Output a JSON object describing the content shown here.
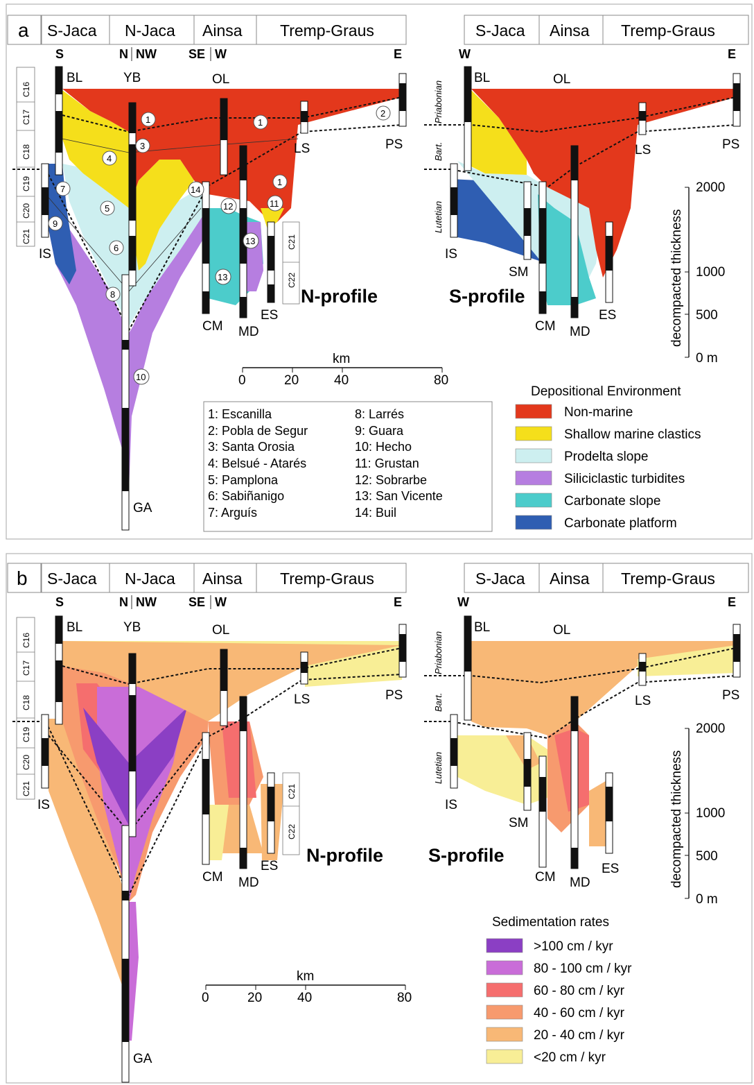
{
  "panels": [
    {
      "letter": "a",
      "regions_left": [
        "S-Jaca",
        "N-Jaca",
        "Ainsa",
        "Tremp-Graus"
      ],
      "regions_right": [
        "S-Jaca",
        "Ainsa",
        "Tremp-Graus"
      ],
      "dirs_left": [
        "S",
        "N",
        "NW",
        "SE",
        "W",
        "E"
      ],
      "dirs_right": [
        "W",
        "E"
      ],
      "sections_left": [
        "BL",
        "YB",
        "OL",
        "LS",
        "PS",
        "IS",
        "CM",
        "MD",
        "ES",
        "GA"
      ],
      "sections_right": [
        "BL",
        "OL",
        "LS",
        "PS",
        "IS",
        "SM",
        "CM",
        "MD",
        "ES"
      ],
      "chrons": [
        "C16",
        "C17",
        "C18",
        "C19",
        "C20",
        "C21",
        "C22"
      ],
      "stages": [
        "Priabonian",
        "Bart.",
        "Lutetian"
      ],
      "profile_left": "N-profile",
      "profile_right": "S-profile",
      "formation_markers": [
        "1",
        "1",
        "1",
        "2",
        "3",
        "4",
        "5",
        "6",
        "7",
        "8",
        "9",
        "10",
        "11",
        "12",
        "13",
        "13",
        "14"
      ],
      "legend": {
        "title": "Depositional Environment",
        "items": [
          {
            "label": "Non-marine",
            "color": "#e3381c"
          },
          {
            "label": "Shallow marine clastics",
            "color": "#f5df1b"
          },
          {
            "label": "Prodelta slope",
            "color": "#cdeff0"
          },
          {
            "label": "Siliciclastic turbidites",
            "color": "#b67ee0"
          },
          {
            "label": "Carbonate slope",
            "color": "#4ccccb"
          },
          {
            "label": "Carbonate platform",
            "color": "#2f5eb2"
          }
        ]
      },
      "formations_col1": [
        "1: Escanilla",
        "2: Pobla de Segur",
        "3: Santa Orosia",
        "4: Belsué - Atarés",
        "5: Pamplona",
        "6: Sabiñanigo",
        "7: Arguís"
      ],
      "formations_col2": [
        "8: Larrés",
        "9: Guara",
        "10: Hecho",
        "11: Grustan",
        "12: Sobrarbe",
        "13: San Vicente",
        "14: Buil"
      ],
      "km_scale": {
        "title": "km",
        "ticks": [
          "0",
          "20",
          "40",
          "80"
        ]
      },
      "thickness_scale": {
        "title": "decompacted thickness",
        "ticks": [
          "2000",
          "1000",
          "500",
          "0 m"
        ]
      }
    },
    {
      "letter": "b",
      "regions_left": [
        "S-Jaca",
        "N-Jaca",
        "Ainsa",
        "Tremp-Graus"
      ],
      "regions_right": [
        "S-Jaca",
        "Ainsa",
        "Tremp-Graus"
      ],
      "dirs_left": [
        "S",
        "N",
        "NW",
        "SE",
        "W",
        "E"
      ],
      "dirs_right": [
        "W",
        "E"
      ],
      "sections_left": [
        "BL",
        "YB",
        "OL",
        "LS",
        "PS",
        "IS",
        "CM",
        "MD",
        "ES",
        "GA"
      ],
      "sections_right": [
        "BL",
        "OL",
        "LS",
        "PS",
        "IS",
        "SM",
        "CM",
        "MD",
        "ES"
      ],
      "chrons": [
        "C16",
        "C17",
        "C18",
        "C19",
        "C20",
        "C21",
        "C22"
      ],
      "stages": [
        "Priabonian",
        "Bart.",
        "Lutetian"
      ],
      "profile_left": "N-profile",
      "profile_right": "S-profile",
      "legend": {
        "title": "Sedimentation rates",
        "items": [
          {
            "label": ">100 cm / kyr",
            "color": "#8b3fc4"
          },
          {
            "label": "80 - 100 cm / kyr",
            "color": "#c96dd8"
          },
          {
            "label": "60 - 80 cm / kyr",
            "color": "#f56e6e"
          },
          {
            "label": "40 - 60 cm / kyr",
            "color": "#f79a6e"
          },
          {
            "label": "20 - 40 cm / kyr",
            "color": "#f8b876"
          },
          {
            "label": "<20 cm / kyr",
            "color": "#f8ee96"
          }
        ]
      },
      "km_scale": {
        "title": "km",
        "ticks": [
          "0",
          "20",
          "40",
          "80"
        ]
      },
      "thickness_scale": {
        "title": "decompacted thickness",
        "ticks": [
          "2000",
          "1000",
          "500",
          "0 m"
        ]
      }
    }
  ]
}
